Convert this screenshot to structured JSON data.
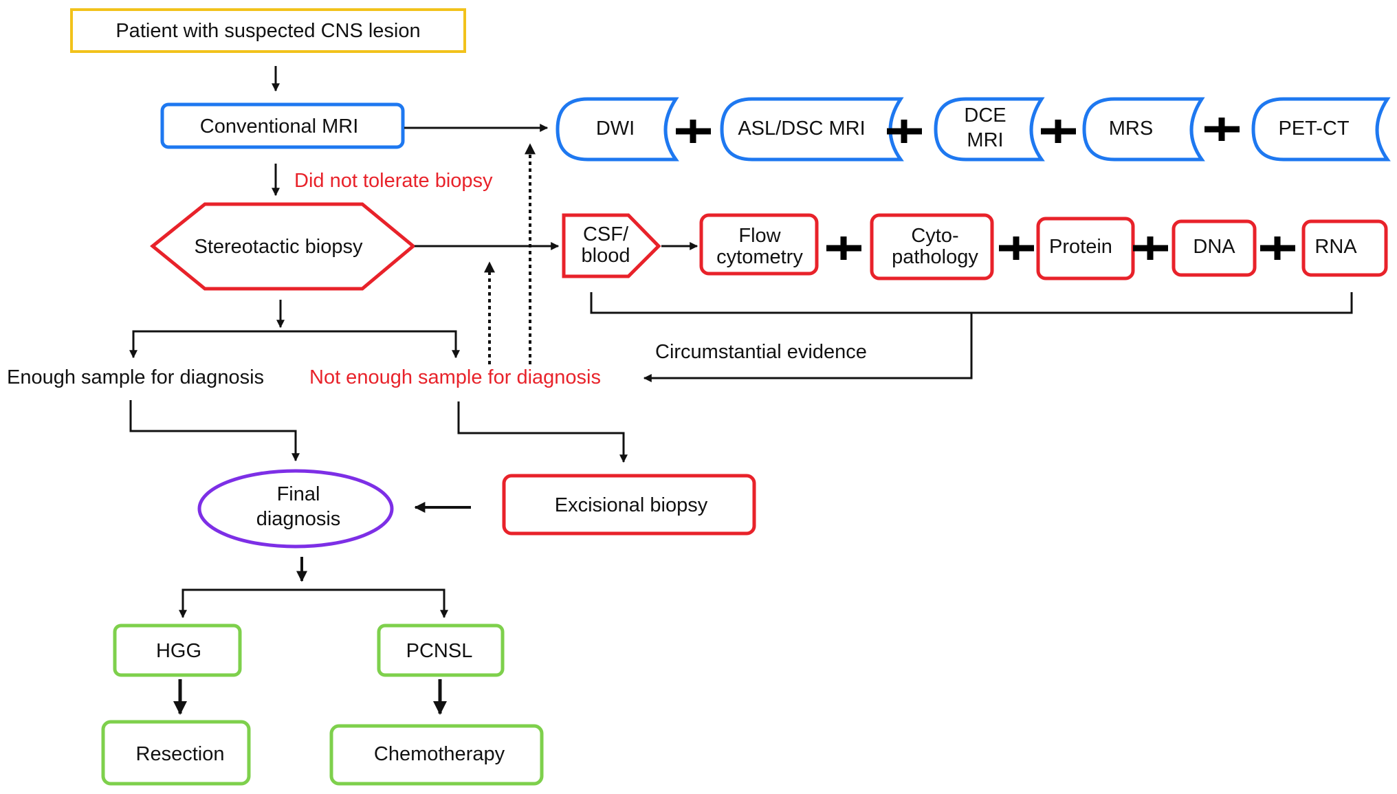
{
  "colors": {
    "yellow": "#f2c21b",
    "blue": "#1e78f0",
    "red": "#e8222a",
    "purple": "#7d2fe6",
    "green": "#7ed04c",
    "black": "#111111"
  },
  "nodes": {
    "patient": "Patient with suspected CNS lesion",
    "conventional_mri": "Conventional MRI",
    "stereotactic_biopsy": "Stereotactic biopsy",
    "imaging": {
      "dwi": "DWI",
      "asl_dsc": "ASL/DSC MRI",
      "dce_line1": "DCE",
      "dce_line2": "MRI",
      "mrs": "MRS",
      "pet_ct": "PET-CT"
    },
    "tests": {
      "csf_line1": "CSF/",
      "csf_line2": "blood",
      "flow_line1": "Flow",
      "flow_line2": "cytometry",
      "cyto_line1": "Cyto-",
      "cyto_line2": "pathology",
      "protein": "Protein",
      "dna": "DNA",
      "rna": "RNA"
    },
    "enough_sample": "Enough sample for diagnosis",
    "not_enough_sample": "Not enough sample for diagnosis",
    "excisional_biopsy": "Excisional biopsy",
    "final_line1": "Final",
    "final_line2": "diagnosis",
    "hgg": "HGG",
    "pcnsl": "PCNSL",
    "resection": "Resection",
    "chemotherapy": "Chemotherapy"
  },
  "labels": {
    "did_not_tolerate": "Did not tolerate biopsy",
    "circumstantial": "Circumstantial evidence"
  }
}
